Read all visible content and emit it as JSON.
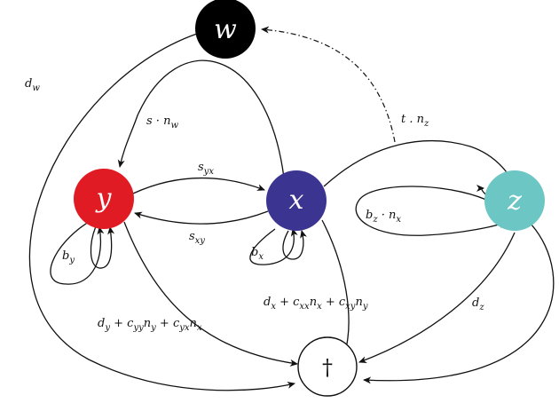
{
  "nodes": {
    "w": {
      "label": "w",
      "color": "#000000"
    },
    "y": {
      "label": "y",
      "color": "#e01b24"
    },
    "x": {
      "label": "x",
      "color": "#3c3491"
    },
    "z": {
      "label": "z",
      "color": "#6cc6c4"
    },
    "dead": {
      "label": "†",
      "color": "#ffffff"
    }
  },
  "edge_labels": {
    "dw": {
      "main": "d",
      "sub": "w"
    },
    "s_nw": {
      "main": "s · n",
      "sub": "w"
    },
    "t_nz": {
      "main": "t . n",
      "sub": "z"
    },
    "syx": {
      "main": "s",
      "sub": "yx"
    },
    "sxy": {
      "main": "s",
      "sub": "xy"
    },
    "by": {
      "main": "b",
      "sub": "y"
    },
    "bx": {
      "main": "b",
      "sub": "x"
    },
    "bz_nx": {
      "main": "b",
      "sub1": "z",
      "mid": " · n",
      "sub2": "x"
    },
    "dz": {
      "main": "d",
      "sub": "z"
    },
    "dx_full": {
      "t1": "d",
      "s1": "x",
      "t2": " + c",
      "s2": "xx",
      "t3": "n",
      "s3": "x",
      "t4": " + c",
      "s4": "xy",
      "t5": "n",
      "s5": "y"
    },
    "dy_full": {
      "t1": "d",
      "s1": "y",
      "t2": " + c",
      "s2": "yy",
      "t3": "n",
      "s3": "y",
      "t4": " + c",
      "s4": "yx",
      "t5": "n",
      "s5": "x"
    }
  }
}
